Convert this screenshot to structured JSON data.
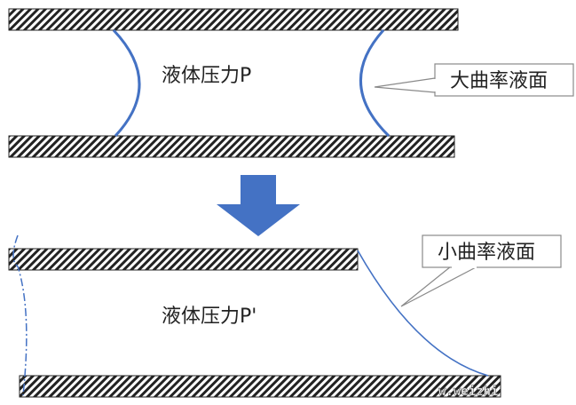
{
  "top": {
    "pressure_label": "液体压力P",
    "callout_label": "大曲率液面"
  },
  "bottom": {
    "pressure_label": "液体压力P'",
    "callout_label": "小曲率液面"
  },
  "watermark": "w.weizhi",
  "colors": {
    "meniscus_curve": "#4472c4",
    "arrow_fill": "#4472c4",
    "callout_border": "#8a8a8a",
    "hatch": "#222222",
    "text": "#222222"
  }
}
